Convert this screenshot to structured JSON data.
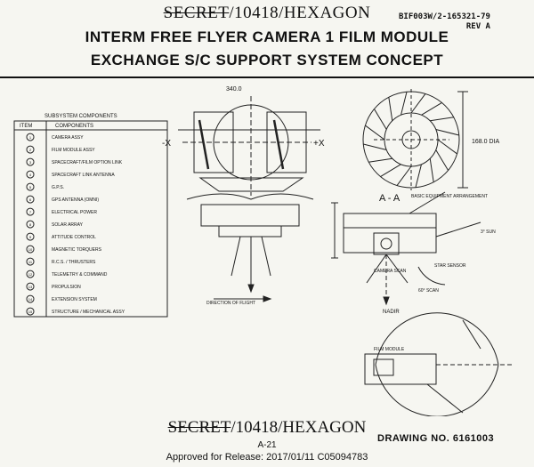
{
  "header": {
    "classification_struck": "SECRET",
    "classification_rest": "/10418/HEXAGON",
    "doc_number": "BIF003W/2-165321-79",
    "revision": "REV A",
    "title_line1": "INTERM FREE FLYER CAMERA 1 FILM MODULE",
    "title_line2": "EXCHANGE S/C SUPPORT SYSTEM CONCEPT"
  },
  "table": {
    "title": "SUBSYSTEM COMPONENTS",
    "col_item": "ITEM",
    "col_components": "COMPONENTS",
    "rows": [
      {
        "item": "1",
        "text": "CAMERA ASSY"
      },
      {
        "item": "2",
        "text": "FILM MODULE ASSY"
      },
      {
        "item": "3",
        "text": "SPACECRAFT/FILM OPTION LINK"
      },
      {
        "item": "4",
        "text": "SPACECRAFT LINK ANTENNA"
      },
      {
        "item": "5",
        "text": "G.P.S."
      },
      {
        "item": "6",
        "text": "GPS ANTENNA (OMNI)"
      },
      {
        "item": "7",
        "text": "ELECTRICAL POWER"
      },
      {
        "item": "8",
        "text": "SOLAR ARRAY"
      },
      {
        "item": "9",
        "text": "ATTITUDE CONTROL"
      },
      {
        "item": "10",
        "text": "MAGNETIC TORQUERS"
      },
      {
        "item": "11",
        "text": "R.C.S. / THRUSTERS"
      },
      {
        "item": "12",
        "text": "TELEMETRY & COMMAND"
      },
      {
        "item": "13",
        "text": "PROPULSION"
      },
      {
        "item": "14",
        "text": "EXTENSION SYSTEM"
      },
      {
        "item": "15",
        "text": "STRUCTURE / MECHANICAL ASSY"
      }
    ]
  },
  "labels": {
    "width_dim": "340.0",
    "dia_dim": "168.0 DIA",
    "section": "A - A",
    "arrangement": "BASIC EQUIPMENT ARRANGEMENT",
    "direction": "DIRECTION OF FLIGHT",
    "nadir": "NADIR",
    "star_sensor": "STAR SENSOR",
    "camera_scan": "CAMERA SCAN",
    "neg_x": "-X",
    "pos_x": "+X",
    "film_module": "FILM MODULE",
    "ang_3": "3° SUN",
    "ang_60": "60° SCAN"
  },
  "footer": {
    "classification_struck": "SECRET",
    "classification_rest": "/10418/HEXAGON",
    "page": "A-21",
    "drawing_no": "DRAWING NO. 6161003",
    "release": "Approved for Release: 2017/01/11 C05094783"
  }
}
